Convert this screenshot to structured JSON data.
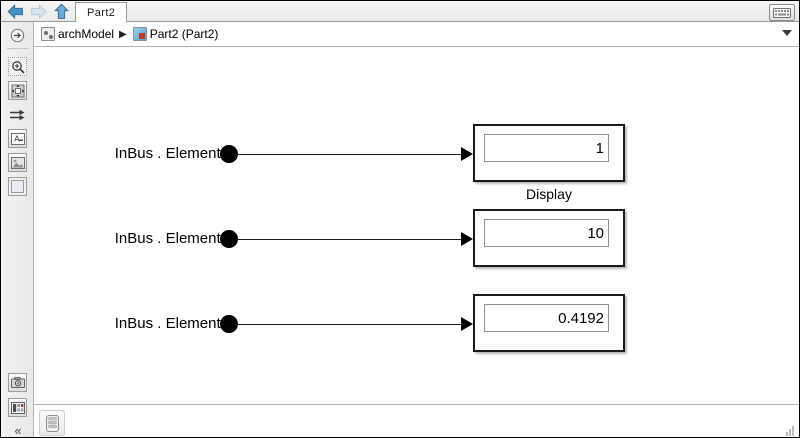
{
  "window": {
    "title": "Part2"
  },
  "tabstrip": {
    "back_icon": "back-arrow-icon",
    "forward_icon": "forward-arrow-icon",
    "up_icon": "up-arrow-icon",
    "tab_label": "Part2",
    "keyboard_icon": "keyboard-icon"
  },
  "breadcrumb": {
    "separator": "▶",
    "items": [
      {
        "label": "archModel",
        "icon": "model-icon"
      },
      {
        "label": "Part2 (Part2)",
        "icon": "subsystem-icon"
      }
    ],
    "dropdown_icon": "chevron-down-icon"
  },
  "toolbar": {
    "items": [
      {
        "name": "navigate-up-icon",
        "label": "Navigate Up"
      },
      {
        "name": "zoom-in-icon",
        "label": "Zoom In"
      },
      {
        "name": "fit-to-view-icon",
        "label": "Fit To View"
      },
      {
        "name": "signal-routing-icon",
        "label": "Signal Routing"
      },
      {
        "name": "text-annotation-icon",
        "label": "Text Annotation"
      },
      {
        "name": "image-annotation-icon",
        "label": "Image Annotation"
      },
      {
        "name": "rectangle-shape-icon",
        "label": "Rectangle"
      },
      {
        "name": "camera-icon",
        "label": "Screenshot"
      },
      {
        "name": "legend-icon",
        "label": "Legend"
      }
    ],
    "collapse_label": "«"
  },
  "canvas": {
    "signals": [
      {
        "label": "InBus . Element1",
        "value": "1",
        "caption": "Display"
      },
      {
        "label": "InBus . Element2",
        "value": "10",
        "caption": ""
      },
      {
        "label": "InBus . Element3",
        "value": "0.4192",
        "caption": ""
      }
    ]
  },
  "statusbar": {
    "stack_icon": "data-stack-icon",
    "resize_icon": "resize-grip-icon"
  },
  "colors": {
    "accent": "#4ea3d6",
    "block_border": "#1a1a1a",
    "canvas_bg": "#ffffff",
    "chrome_bg": "#f0f0f0"
  }
}
